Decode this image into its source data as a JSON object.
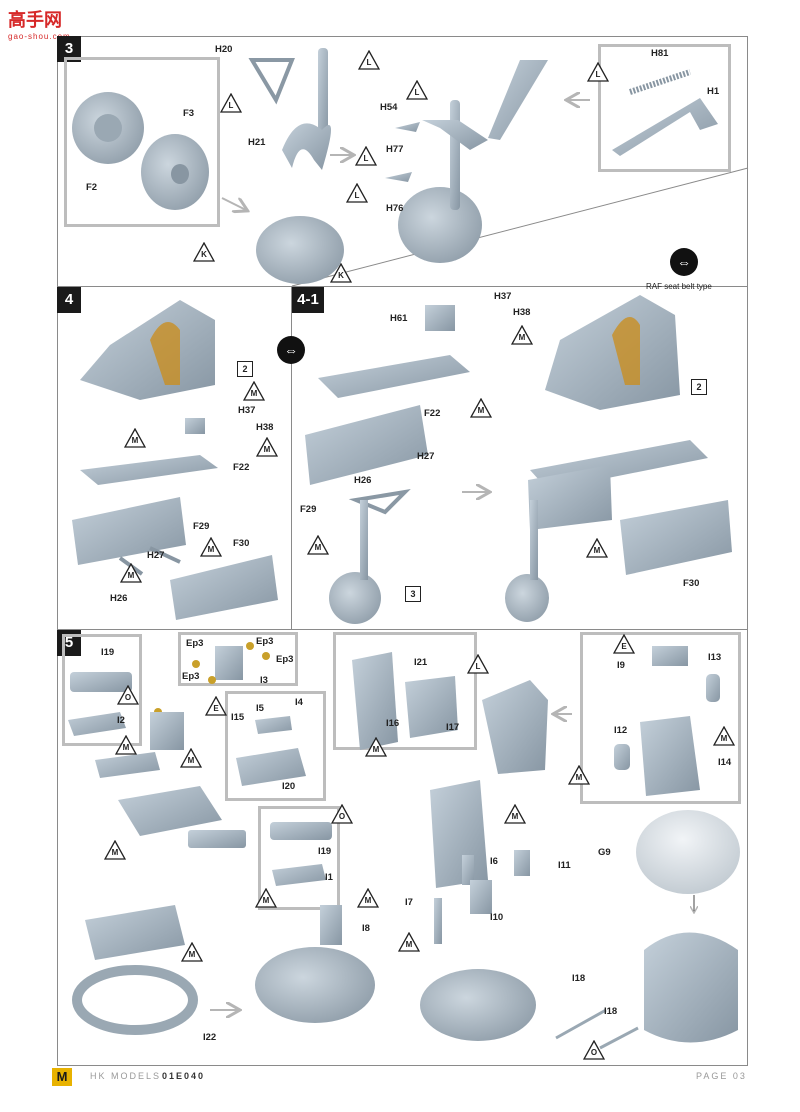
{
  "watermark": {
    "title": "高手网",
    "url": "gao-shou.com"
  },
  "steps": {
    "s3": "3",
    "s4": "4",
    "s41": "4-1",
    "s5": "5"
  },
  "labels": {
    "h20": "H20",
    "h81": "H81",
    "h1": "H1",
    "h54": "H54",
    "h77": "H77",
    "h21": "H21",
    "f3": "F3",
    "f2": "F2",
    "h76": "H76",
    "h37a": "H37",
    "h38a": "H38",
    "f22a": "F22",
    "f29a": "F29",
    "h27a": "H27",
    "f30a": "F30",
    "h26a": "H26",
    "h37b": "H37",
    "h38b": "H38",
    "h61": "H61",
    "f22b": "F22",
    "h27b": "H27",
    "h26b": "H26",
    "f29b": "F29",
    "f30b": "F30",
    "raf": "RAF seat belt type",
    "i19a": "I19",
    "i2": "I2",
    "ep3a": "Ep3",
    "ep3b": "Ep3",
    "ep3c": "Ep3",
    "ep3d": "Ep3",
    "i3": "I3",
    "i15": "I15",
    "i5": "I5",
    "i4": "I4",
    "i20": "I20",
    "i19b": "I19",
    "i1": "I1",
    "i21": "I21",
    "i16": "I16",
    "i17": "I17",
    "i9": "I9",
    "i13": "I13",
    "i12": "I12",
    "i14": "I14",
    "i6": "I6",
    "i11": "I11",
    "i7": "I7",
    "i10": "I10",
    "g9": "G9",
    "i8": "I8",
    "i22": "I22",
    "i18a": "I18",
    "i18b": "I18"
  },
  "markers": {
    "L": "L",
    "K": "K",
    "M": "M",
    "O": "O",
    "E": "E"
  },
  "refs": {
    "r2": "2",
    "r3": "3"
  },
  "footer": {
    "brand": "HK MODELS",
    "code": "01E040",
    "page": "PAGE 03"
  },
  "colors": {
    "part": "#a7b5c1",
    "part_dark": "#7f8e9b",
    "seat_belt": "#c98f22",
    "brass": "#c9a02a",
    "frame": "#8a8a8a"
  }
}
